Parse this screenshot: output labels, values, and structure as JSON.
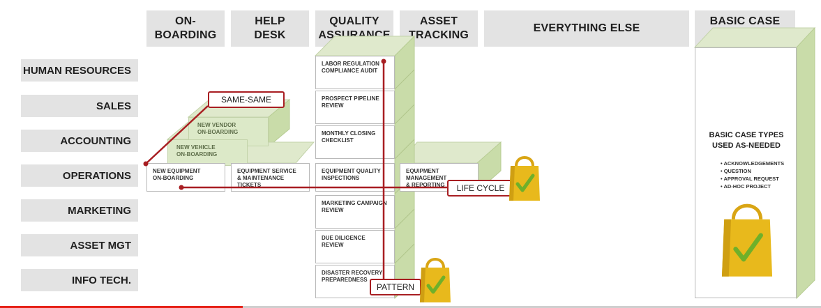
{
  "columns": [
    {
      "label": "ON-\nBOARDING"
    },
    {
      "label": "HELP\nDESK"
    },
    {
      "label": "QUALITY\nASSURANCE"
    },
    {
      "label": "ASSET\nTRACKING"
    },
    {
      "label": "EVERYTHING ELSE"
    },
    {
      "label": "BASIC CASE\nTYPES"
    }
  ],
  "rows": [
    {
      "label": "HUMAN RESOURCES"
    },
    {
      "label": "SALES"
    },
    {
      "label": "ACCOUNTING"
    },
    {
      "label": "OPERATIONS"
    },
    {
      "label": "MARKETING"
    },
    {
      "label": "ASSET MGT"
    },
    {
      "label": "INFO TECH."
    }
  ],
  "stack_cells": [
    {
      "text": "LABOR REGULATION\nCOMPLIANCE AUDIT"
    },
    {
      "text": "PROSPECT PIPELINE\nREVIEW"
    },
    {
      "text": "MONTHLY CLOSING\nCHECKLIST"
    },
    {
      "text": "EQUIPMENT QUALITY\nINSPECTIONS"
    },
    {
      "text": "MARKETING CAMPAIGN\nREVIEW"
    },
    {
      "text": "DUE DILIGENCE\nREVIEW"
    },
    {
      "text": "DISASTER RECOVERY\nPREPAREDNESS"
    }
  ],
  "operations_cells": [
    {
      "text": "NEW EQUIPMENT\nON-BOARDING"
    },
    {
      "text": "EQUIPMENT SERVICE\n& MAINTENANCE TICKETS"
    },
    {
      "text": "EQUIPMENT MANAGEMENT\n& REPORTING"
    }
  ],
  "onboarding_layers": [
    {
      "text": "NEW VENDOR\nON-BOARDING"
    },
    {
      "text": "NEW VEHICLE\nON-BOARDING"
    }
  ],
  "callouts": {
    "same_same": "SAME-SAME",
    "life_cycle": "LIFE CYCLE",
    "pattern": "PATTERN"
  },
  "basic_panel": {
    "title": "BASIC CASE TYPES\nUSED AS-NEEDED",
    "items": [
      "ACKNOWLEDGEMENTS",
      "QUESTION",
      "APPROVAL REQUEST",
      "AD-HOC PROJECT"
    ]
  },
  "icons": {
    "bag": "shopping-bag-check-icon"
  },
  "colors": {
    "accent_red": "#a81e22",
    "cube_green": "#c9dca9",
    "bag_yellow": "#e8b91c",
    "check_green": "#6fb02a"
  }
}
